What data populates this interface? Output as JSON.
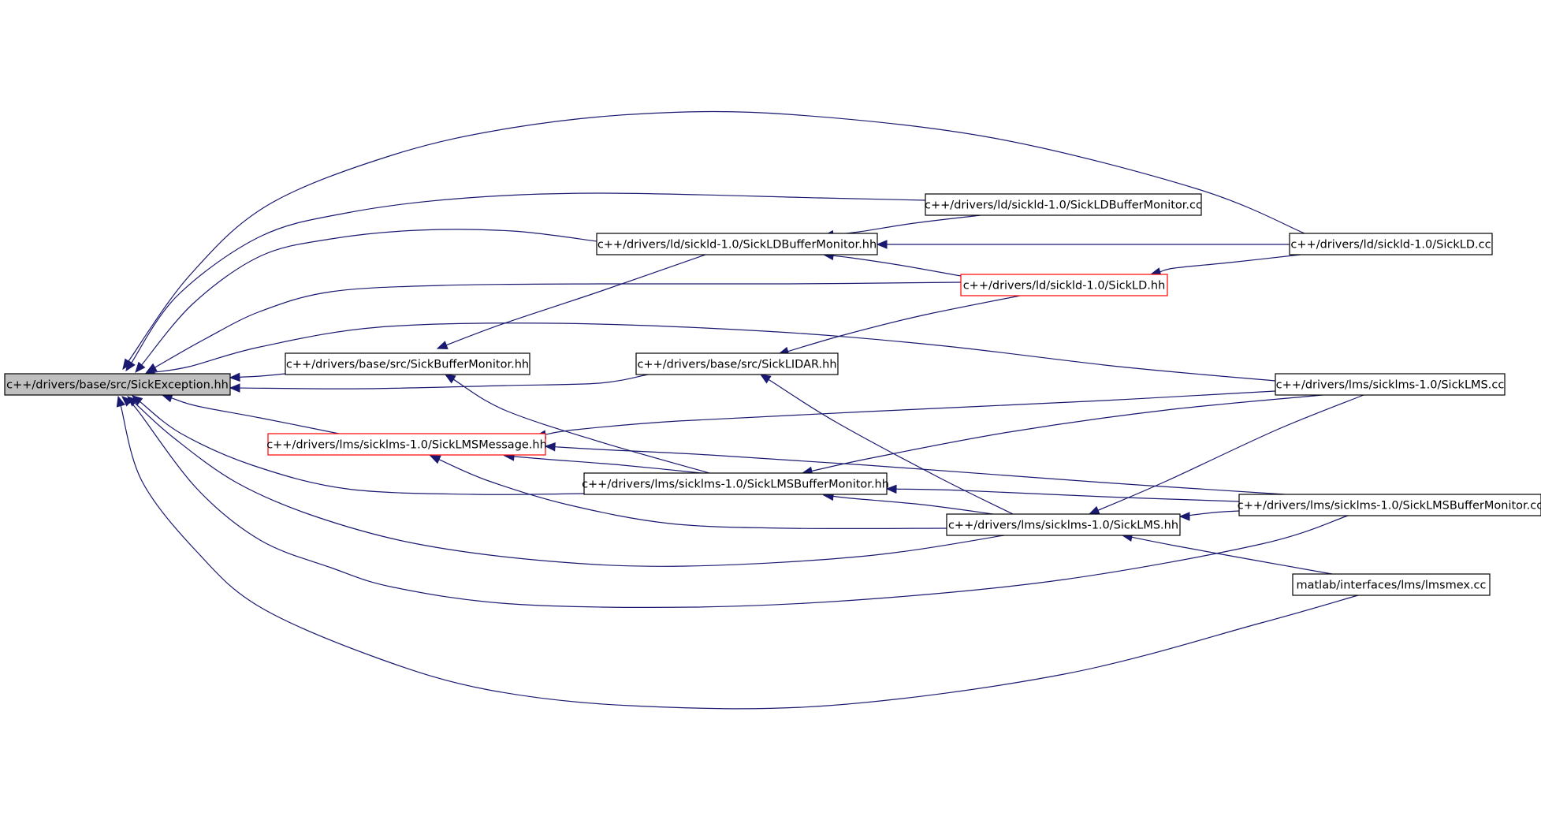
{
  "nodes": [
    {
      "id": "n_sickexception",
      "label": "c++/drivers/base/src/SickException.hh",
      "style": "root"
    },
    {
      "id": "n_sickbuffermonitor",
      "label": "c++/drivers/base/src/SickBufferMonitor.hh",
      "style": "normal"
    },
    {
      "id": "n_sicklidar",
      "label": "c++/drivers/base/src/SickLIDAR.hh",
      "style": "normal"
    },
    {
      "id": "n_ld_bm_cc",
      "label": "c++/drivers/ld/sickld-1.0/SickLDBufferMonitor.cc",
      "style": "normal"
    },
    {
      "id": "n_ld_bm_hh",
      "label": "c++/drivers/ld/sickld-1.0/SickLDBufferMonitor.hh",
      "style": "normal"
    },
    {
      "id": "n_ld_cc",
      "label": "c++/drivers/ld/sickld-1.0/SickLD.cc",
      "style": "normal"
    },
    {
      "id": "n_ld_hh",
      "label": "c++/drivers/ld/sickld-1.0/SickLD.hh",
      "style": "highlight"
    },
    {
      "id": "n_lms_msg",
      "label": "c++/drivers/lms/sicklms-1.0/SickLMSMessage.hh",
      "style": "highlight"
    },
    {
      "id": "n_lms_bm_hh",
      "label": "c++/drivers/lms/sicklms-1.0/SickLMSBufferMonitor.hh",
      "style": "normal"
    },
    {
      "id": "n_lms_hh",
      "label": "c++/drivers/lms/sicklms-1.0/SickLMS.hh",
      "style": "normal"
    },
    {
      "id": "n_lms_cc",
      "label": "c++/drivers/lms/sicklms-1.0/SickLMS.cc",
      "style": "normal"
    },
    {
      "id": "n_lms_bm_cc",
      "label": "c++/drivers/lms/sicklms-1.0/SickLMSBufferMonitor.cc",
      "style": "normal"
    },
    {
      "id": "n_lmsmex",
      "label": "matlab/interfaces/lms/lmsmex.cc",
      "style": "normal"
    }
  ],
  "edges": [
    [
      "n_sickbuffermonitor",
      "n_sickexception"
    ],
    [
      "n_sicklidar",
      "n_sickexception"
    ],
    [
      "n_ld_bm_cc",
      "n_sickexception"
    ],
    [
      "n_ld_bm_hh",
      "n_sickexception"
    ],
    [
      "n_ld_cc",
      "n_sickexception"
    ],
    [
      "n_ld_hh",
      "n_sickexception"
    ],
    [
      "n_lms_msg",
      "n_sickexception"
    ],
    [
      "n_lms_bm_hh",
      "n_sickexception"
    ],
    [
      "n_lms_hh",
      "n_sickexception"
    ],
    [
      "n_lms_cc",
      "n_sickexception"
    ],
    [
      "n_lms_bm_cc",
      "n_sickexception"
    ],
    [
      "n_lmsmex",
      "n_sickexception"
    ],
    [
      "n_ld_bm_hh",
      "n_sickbuffermonitor"
    ],
    [
      "n_lms_bm_hh",
      "n_sickbuffermonitor"
    ],
    [
      "n_ld_hh",
      "n_sicklidar"
    ],
    [
      "n_lms_hh",
      "n_sicklidar"
    ],
    [
      "n_ld_bm_cc",
      "n_ld_bm_hh"
    ],
    [
      "n_ld_cc",
      "n_ld_bm_hh"
    ],
    [
      "n_ld_hh",
      "n_ld_bm_hh"
    ],
    [
      "n_ld_cc",
      "n_ld_hh"
    ],
    [
      "n_lms_cc",
      "n_lms_msg"
    ],
    [
      "n_lms_bm_hh",
      "n_lms_msg"
    ],
    [
      "n_lms_bm_cc",
      "n_lms_msg"
    ],
    [
      "n_lms_hh",
      "n_lms_msg"
    ],
    [
      "n_lms_cc",
      "n_lms_bm_hh"
    ],
    [
      "n_lms_bm_cc",
      "n_lms_bm_hh"
    ],
    [
      "n_lms_hh",
      "n_lms_bm_hh"
    ],
    [
      "n_lms_cc",
      "n_lms_hh"
    ],
    [
      "n_lms_bm_cc",
      "n_lms_hh"
    ],
    [
      "n_lmsmex",
      "n_lms_hh"
    ]
  ],
  "colors": {
    "edge": "#191970",
    "root_fill": "#bfbfbf",
    "node_fill": "#ffffff",
    "node_border": "#000000",
    "highlight_border": "#ff0000"
  }
}
